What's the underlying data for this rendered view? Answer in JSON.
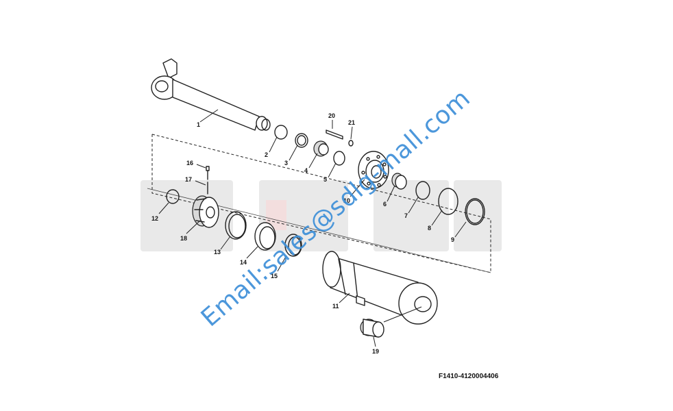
{
  "figure_code": "F1410-4120004406",
  "watermark_email": "Email:sales@sdlg-mall.com",
  "watermark_brand": "SDLG",
  "callouts": [
    "1",
    "2",
    "3",
    "4",
    "5",
    "6",
    "7",
    "8",
    "9",
    "10",
    "11",
    "12",
    "13",
    "14",
    "15",
    "16",
    "17",
    "18",
    "19",
    "20",
    "21"
  ]
}
